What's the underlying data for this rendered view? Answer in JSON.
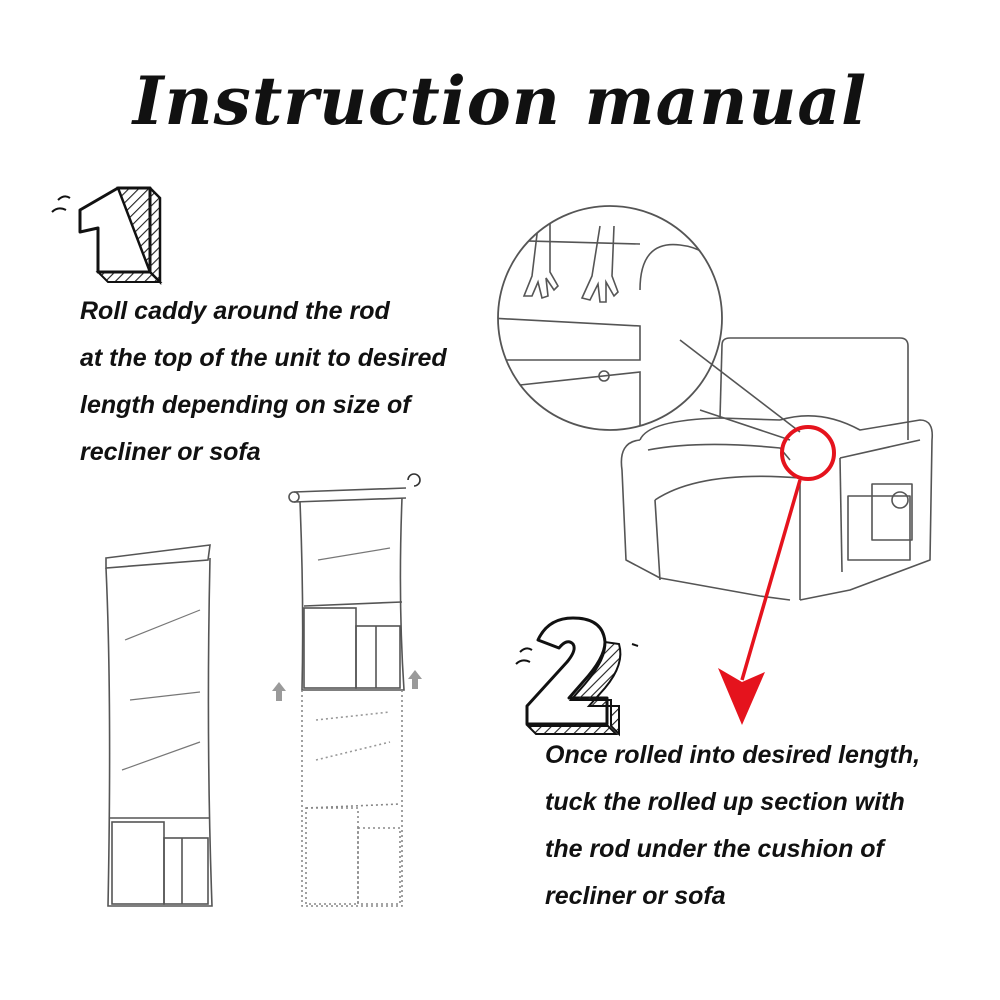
{
  "title": "Instruction manual",
  "steps": [
    {
      "number": "1",
      "lines": [
        "Roll caddy around the rod",
        "at the top of the unit to desired",
        "length depending on size of",
        "recliner or sofa"
      ]
    },
    {
      "number": "2",
      "lines": [
        "Once rolled into desired length,",
        "tuck the rolled up section with",
        "the rod under the cushion of",
        "recliner or sofa"
      ]
    }
  ],
  "colors": {
    "ink": "#111111",
    "line": "#555555",
    "accent": "#e5131d",
    "arrow_gray": "#9a9a9a"
  }
}
